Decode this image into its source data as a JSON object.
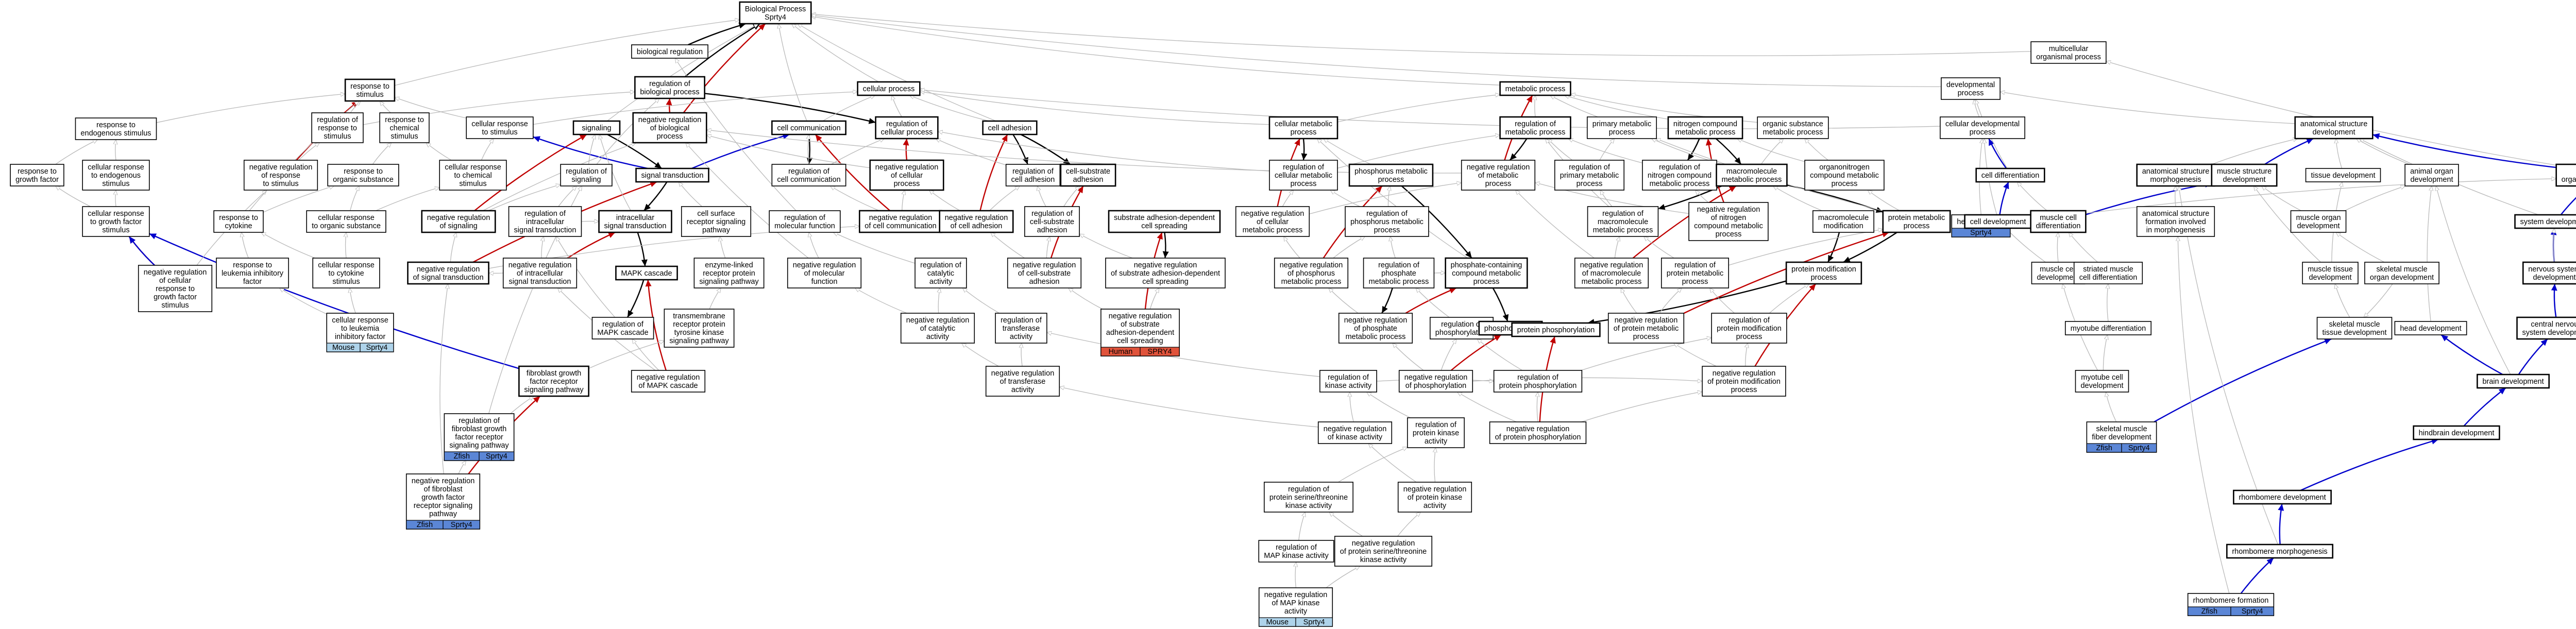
{
  "colors": {
    "edge_gray": "#b9b9b9",
    "edge_black": "#000000",
    "edge_red": "#c00000",
    "edge_blue": "#0000cc",
    "tag_zfish": "#5b86d6",
    "tag_mouse": "#aed3ea",
    "tag_human": "#e0533b"
  },
  "nodes": [
    {
      "id": "root",
      "label": [
        "Biological Process",
        "Sprty4"
      ],
      "hl": true
    },
    {
      "id": "bioreg",
      "label": [
        "biological regulation"
      ]
    },
    {
      "id": "multi",
      "label": [
        "multicellular",
        "organismal process"
      ]
    },
    {
      "id": "regbio",
      "label": [
        "regulation of",
        "biological process"
      ],
      "hl": true
    },
    {
      "id": "cellproc",
      "label": [
        "cellular process"
      ],
      "hl": true
    },
    {
      "id": "metab",
      "label": [
        "metabolic process"
      ],
      "hl": true
    },
    {
      "id": "dev",
      "label": [
        "developmental",
        "process"
      ]
    },
    {
      "id": "rstim",
      "label": [
        "response to",
        "stimulus"
      ],
      "hl": true
    },
    {
      "id": "rresp",
      "label": [
        "regulation of",
        "response to",
        "stimulus"
      ]
    },
    {
      "id": "rchem",
      "label": [
        "response to",
        "chemical",
        "stimulus"
      ]
    },
    {
      "id": "crstim",
      "label": [
        "cellular response",
        "to stimulus"
      ]
    },
    {
      "id": "signaling",
      "label": [
        "signaling"
      ],
      "hl": true
    },
    {
      "id": "nrbio",
      "label": [
        "negative regulation",
        "of biological",
        "process"
      ],
      "hl": true
    },
    {
      "id": "cellcomm",
      "label": [
        "cell communication"
      ],
      "hl": true
    },
    {
      "id": "rcellproc",
      "label": [
        "regulation of",
        "cellular process"
      ],
      "hl": true
    },
    {
      "id": "celladh",
      "label": [
        "cell adhesion"
      ],
      "hl": true
    },
    {
      "id": "cellmet",
      "label": [
        "cellular metabolic",
        "process"
      ],
      "hl": true
    },
    {
      "id": "rmet",
      "label": [
        "regulation of",
        "metabolic process"
      ],
      "hl": true
    },
    {
      "id": "primet",
      "label": [
        "primary metabolic",
        "process"
      ]
    },
    {
      "id": "ncmet",
      "label": [
        "nitrogen compound",
        "metabolic process"
      ],
      "hl": true
    },
    {
      "id": "orgsub",
      "label": [
        "organic substance",
        "metabolic process"
      ]
    },
    {
      "id": "celldevp",
      "label": [
        "cellular developmental",
        "process"
      ]
    },
    {
      "id": "anatdev",
      "label": [
        "anatomical structure",
        "development"
      ],
      "hl": true
    },
    {
      "id": "rendo",
      "label": [
        "response to",
        "endogenous stimulus"
      ]
    },
    {
      "id": "rgf",
      "label": [
        "response to",
        "growth factor"
      ]
    },
    {
      "id": "crendo",
      "label": [
        "cellular response",
        "to endogenous",
        "stimulus"
      ]
    },
    {
      "id": "nrrstim",
      "label": [
        "negative regulation",
        "of response",
        "to stimulus"
      ]
    },
    {
      "id": "rorg",
      "label": [
        "response to",
        "organic substance"
      ]
    },
    {
      "id": "crchem",
      "label": [
        "cellular response",
        "to chemical",
        "stimulus"
      ]
    },
    {
      "id": "regsig",
      "label": [
        "regulation of",
        "signaling"
      ]
    },
    {
      "id": "sigtrans",
      "label": [
        "signal transduction"
      ],
      "hl": true
    },
    {
      "id": "nrcellproc",
      "label": [
        "negative regulation",
        "of cellular",
        "process"
      ],
      "hl": true
    },
    {
      "id": "rcellcomm",
      "label": [
        "regulation of",
        "cell communication"
      ]
    },
    {
      "id": "rcelladh",
      "label": [
        "regulation of",
        "cell adhesion"
      ]
    },
    {
      "id": "csadh",
      "label": [
        "cell-substrate",
        "adhesion"
      ],
      "hl": true
    },
    {
      "id": "rcellmet",
      "label": [
        "regulation of",
        "cellular metabolic",
        "process"
      ]
    },
    {
      "id": "phosmet",
      "label": [
        "phosphorus metabolic",
        "process"
      ],
      "hl": true
    },
    {
      "id": "nrmet",
      "label": [
        "negative regulation",
        "of metabolic",
        "process"
      ]
    },
    {
      "id": "rprimet",
      "label": [
        "regulation of",
        "primary metabolic",
        "process"
      ]
    },
    {
      "id": "rncmet",
      "label": [
        "regulation of",
        "nitrogen compound",
        "metabolic process"
      ]
    },
    {
      "id": "macromet",
      "label": [
        "macromolecule",
        "metabolic process"
      ],
      "hl": true
    },
    {
      "id": "orgnit",
      "label": [
        "organonitrogen",
        "compound metabolic",
        "process"
      ]
    },
    {
      "id": "celldiff",
      "label": [
        "cell differentiation"
      ],
      "hl": true
    },
    {
      "id": "asmorph",
      "label": [
        "anatomical structure",
        "morphogenesis"
      ],
      "hl": true
    },
    {
      "id": "musstrdev",
      "label": [
        "muscle structure",
        "development"
      ],
      "hl": true
    },
    {
      "id": "tissuedev",
      "label": [
        "tissue development"
      ]
    },
    {
      "id": "animorg",
      "label": [
        "animal organ",
        "development"
      ]
    },
    {
      "id": "multidev",
      "label": [
        "multicellular",
        "organism development"
      ],
      "hl": true
    },
    {
      "id": "crgf",
      "label": [
        "cellular response",
        "to growth factor",
        "stimulus"
      ]
    },
    {
      "id": "rcyto",
      "label": [
        "response to",
        "cytokine"
      ]
    },
    {
      "id": "crorg",
      "label": [
        "cellular response",
        "to organic substance"
      ]
    },
    {
      "id": "nrsig",
      "label": [
        "negative regulation",
        "of signaling"
      ],
      "hl": true
    },
    {
      "id": "rist",
      "label": [
        "regulation of",
        "intracellular",
        "signal transduction"
      ]
    },
    {
      "id": "ist",
      "label": [
        "intracellular",
        "signal transduction"
      ],
      "hl": true
    },
    {
      "id": "csrs",
      "label": [
        "cell surface",
        "receptor signaling",
        "pathway"
      ]
    },
    {
      "id": "rmolfn",
      "label": [
        "regulation of",
        "molecular function"
      ]
    },
    {
      "id": "nrcellcomm",
      "label": [
        "negative regulation",
        "of cell communication"
      ],
      "hl": true
    },
    {
      "id": "nrcelladh",
      "label": [
        "negative regulation",
        "of cell adhesion"
      ],
      "hl": true
    },
    {
      "id": "rcsadh",
      "label": [
        "regulation of",
        "cell-substrate",
        "adhesion"
      ]
    },
    {
      "id": "sadsp",
      "label": [
        "substrate adhesion-dependent",
        "cell spreading"
      ],
      "hl": true
    },
    {
      "id": "nrcellmet",
      "label": [
        "negative regulation",
        "of cellular",
        "metabolic process"
      ]
    },
    {
      "id": "rphosmet",
      "label": [
        "regulation of",
        "phosphorus metabolic",
        "process"
      ]
    },
    {
      "id": "rmacromet",
      "label": [
        "regulation of",
        "macromolecule",
        "metabolic process"
      ]
    },
    {
      "id": "nrncmet",
      "label": [
        "negative regulation",
        "of nitrogen",
        "compound metabolic",
        "process"
      ]
    },
    {
      "id": "macromod",
      "label": [
        "macromolecule",
        "modification"
      ]
    },
    {
      "id": "protmet",
      "label": [
        "protein metabolic",
        "process"
      ],
      "hl": true
    },
    {
      "id": "hemato",
      "label": [
        "hematopoiesis"
      ],
      "tags": [
        [
          "zfish",
          "Sprty4"
        ]
      ]
    },
    {
      "id": "celldevel",
      "label": [
        "cell development"
      ],
      "hl": true
    },
    {
      "id": "muscdiff",
      "label": [
        "muscle cell",
        "differentiation"
      ],
      "hl": true
    },
    {
      "id": "asformorph",
      "label": [
        "anatomical structure",
        "formation involved",
        "in morphogenesis"
      ]
    },
    {
      "id": "muscorg",
      "label": [
        "muscle organ",
        "development"
      ]
    },
    {
      "id": "sysdev",
      "label": [
        "system development"
      ],
      "hl": true
    },
    {
      "id": "nrcrgf",
      "label": [
        "negative regulation",
        "of cellular",
        "response to",
        "growth factor",
        "stimulus"
      ]
    },
    {
      "id": "rlif",
      "label": [
        "response to",
        "leukemia inhibitory",
        "factor"
      ]
    },
    {
      "id": "crcyto",
      "label": [
        "cellular response",
        "to cytokine",
        "stimulus"
      ]
    },
    {
      "id": "nrsigtr",
      "label": [
        "negative regulation",
        "of signal transduction"
      ],
      "hl": true
    },
    {
      "id": "nrist",
      "label": [
        "negative regulation",
        "of intracellular",
        "signal transduction"
      ]
    },
    {
      "id": "mapk",
      "label": [
        "MAPK cascade"
      ],
      "hl": true
    },
    {
      "id": "ezlr",
      "label": [
        "enzyme-linked",
        "receptor protein",
        "signaling pathway"
      ]
    },
    {
      "id": "nrmolfn",
      "label": [
        "negative regulation",
        "of molecular",
        "function"
      ]
    },
    {
      "id": "rcatal",
      "label": [
        "regulation of",
        "catalytic",
        "activity"
      ]
    },
    {
      "id": "nrcsadh",
      "label": [
        "negative regulation",
        "of cell-substrate",
        "adhesion"
      ]
    },
    {
      "id": "nrsubsp",
      "label": [
        "negative regulation",
        "of substrate adhesion-dependent",
        "cell spreading"
      ]
    },
    {
      "id": "nrphosmet",
      "label": [
        "negative regulation",
        "of phosphorus",
        "metabolic process"
      ]
    },
    {
      "id": "rphosphate",
      "label": [
        "regulation of",
        "phosphate",
        "metabolic process"
      ]
    },
    {
      "id": "phosphcmp",
      "label": [
        "phosphate-containing",
        "compound metabolic",
        "process"
      ],
      "hl": true
    },
    {
      "id": "nrmacro",
      "label": [
        "negative regulation",
        "of macromolecule",
        "metabolic process"
      ]
    },
    {
      "id": "rprotmet",
      "label": [
        "regulation of",
        "protein metabolic",
        "process"
      ]
    },
    {
      "id": "protmod",
      "label": [
        "protein modification",
        "process"
      ],
      "hl": true
    },
    {
      "id": "muscdevel",
      "label": [
        "muscle cell",
        "development"
      ]
    },
    {
      "id": "striated",
      "label": [
        "striated muscle",
        "cell differentiation"
      ]
    },
    {
      "id": "musctissue",
      "label": [
        "muscle tissue",
        "development"
      ]
    },
    {
      "id": "skelorg",
      "label": [
        "skeletal muscle",
        "organ development"
      ]
    },
    {
      "id": "nervous",
      "label": [
        "nervous system",
        "development"
      ],
      "hl": true
    },
    {
      "id": "crlif",
      "label": [
        "cellular response",
        "to leukemia",
        "inhibitory factor"
      ],
      "tags": [
        [
          "mouse",
          "Mouse"
        ],
        [
          "mouse",
          "Sprty4"
        ]
      ]
    },
    {
      "id": "rmapk",
      "label": [
        "regulation of",
        "MAPK cascade"
      ]
    },
    {
      "id": "trk",
      "label": [
        "transmembrane",
        "receptor protein",
        "tyrosine kinase",
        "signaling pathway"
      ]
    },
    {
      "id": "nrcatal",
      "label": [
        "negative regulation",
        "of catalytic",
        "activity"
      ]
    },
    {
      "id": "rtransf",
      "label": [
        "regulation of",
        "transferase",
        "activity"
      ]
    },
    {
      "id": "nrsubspc",
      "label": [
        "negative regulation",
        "of substrate",
        "adhesion-dependent",
        "cell spreading"
      ],
      "tags": [
        [
          "human",
          "Human"
        ],
        [
          "human",
          "SPRY4"
        ]
      ]
    },
    {
      "id": "nrphosphate",
      "label": [
        "negative regulation",
        "of phosphate",
        "metabolic process"
      ]
    },
    {
      "id": "rphosph",
      "label": [
        "regulation of",
        "phosphorylation"
      ]
    },
    {
      "id": "phosphor",
      "label": [
        "phosphorylation"
      ],
      "hl": true
    },
    {
      "id": "nrprotmet",
      "label": [
        "negative regulation",
        "of protein metabolic",
        "process"
      ]
    },
    {
      "id": "rprotmod",
      "label": [
        "regulation of",
        "protein modification",
        "process"
      ]
    },
    {
      "id": "myotube",
      "label": [
        "myotube differentiation"
      ]
    },
    {
      "id": "skeltissue",
      "label": [
        "skeletal muscle",
        "tissue development"
      ]
    },
    {
      "id": "headdev",
      "label": [
        "head development"
      ]
    },
    {
      "id": "cns",
      "label": [
        "central nervous",
        "system development"
      ],
      "hl": true
    },
    {
      "id": "fgfr",
      "label": [
        "fibroblast growth",
        "factor receptor",
        "signaling pathway"
      ],
      "hl": true
    },
    {
      "id": "nrmapk",
      "label": [
        "negative regulation",
        "of MAPK cascade"
      ]
    },
    {
      "id": "nrtransf",
      "label": [
        "negative regulation",
        "of transferase",
        "activity"
      ]
    },
    {
      "id": "rkinase",
      "label": [
        "regulation of",
        "kinase activity"
      ]
    },
    {
      "id": "nrphosph",
      "label": [
        "negative regulation",
        "of phosphorylation"
      ]
    },
    {
      "id": "protphos",
      "label": [
        "protein phosphorylation"
      ],
      "hl": true
    },
    {
      "id": "nrprotmod",
      "label": [
        "negative regulation",
        "of protein modification",
        "process"
      ]
    },
    {
      "id": "myotubedev",
      "label": [
        "myotube cell",
        "development"
      ]
    },
    {
      "id": "braindev",
      "label": [
        "brain development"
      ],
      "hl": true
    },
    {
      "id": "rfgfr",
      "label": [
        "regulation of",
        "fibroblast growth",
        "factor receptor",
        "signaling pathway"
      ],
      "tags": [
        [
          "zfish",
          "Zfish"
        ],
        [
          "zfish",
          "Sprty4"
        ]
      ]
    },
    {
      "id": "rprotphos",
      "label": [
        "regulation of",
        "protein phosphorylation"
      ]
    },
    {
      "id": "nrkinase",
      "label": [
        "negative regulation",
        "of kinase activity"
      ]
    },
    {
      "id": "rprotkin",
      "label": [
        "regulation of",
        "protein kinase",
        "activity"
      ]
    },
    {
      "id": "nrprotphos",
      "label": [
        "negative regulation",
        "of protein phosphorylation"
      ]
    },
    {
      "id": "skelfiber",
      "label": [
        "skeletal muscle",
        "fiber development"
      ],
      "tags": [
        [
          "zfish",
          "Zfish"
        ],
        [
          "zfish",
          "Sprty4"
        ]
      ]
    },
    {
      "id": "hindbrain",
      "label": [
        "hindbrain development"
      ],
      "hl": true
    },
    {
      "id": "nrfgfr",
      "label": [
        "negative regulation",
        "of fibroblast",
        "growth factor",
        "receptor signaling",
        "pathway"
      ],
      "tags": [
        [
          "zfish",
          "Zfish"
        ],
        [
          "zfish",
          "Sprty4"
        ]
      ]
    },
    {
      "id": "rstk",
      "label": [
        "regulation of",
        "protein serine/threonine",
        "kinase activity"
      ]
    },
    {
      "id": "nrprotkin",
      "label": [
        "negative regulation",
        "of protein kinase",
        "activity"
      ]
    },
    {
      "id": "rhombdev",
      "label": [
        "rhombomere development"
      ],
      "hl": true
    },
    {
      "id": "rmapkact",
      "label": [
        "regulation of",
        "MAP kinase activity"
      ]
    },
    {
      "id": "nrstk",
      "label": [
        "negative regulation",
        "of protein serine/threonine",
        "kinase activity"
      ]
    },
    {
      "id": "rhombmorph",
      "label": [
        "rhombomere morphogenesis"
      ],
      "hl": true
    },
    {
      "id": "nrmapkact",
      "label": [
        "negative regulation",
        "of MAP kinase",
        "activity"
      ],
      "tags": [
        [
          "mouse",
          "Mouse"
        ],
        [
          "mouse",
          "Sprty4"
        ]
      ]
    },
    {
      "id": "rhombform",
      "label": [
        "rhombomere formation"
      ],
      "tags": [
        [
          "zfish",
          "Zfish"
        ],
        [
          "zfish",
          "Sprty4"
        ]
      ]
    }
  ]
}
